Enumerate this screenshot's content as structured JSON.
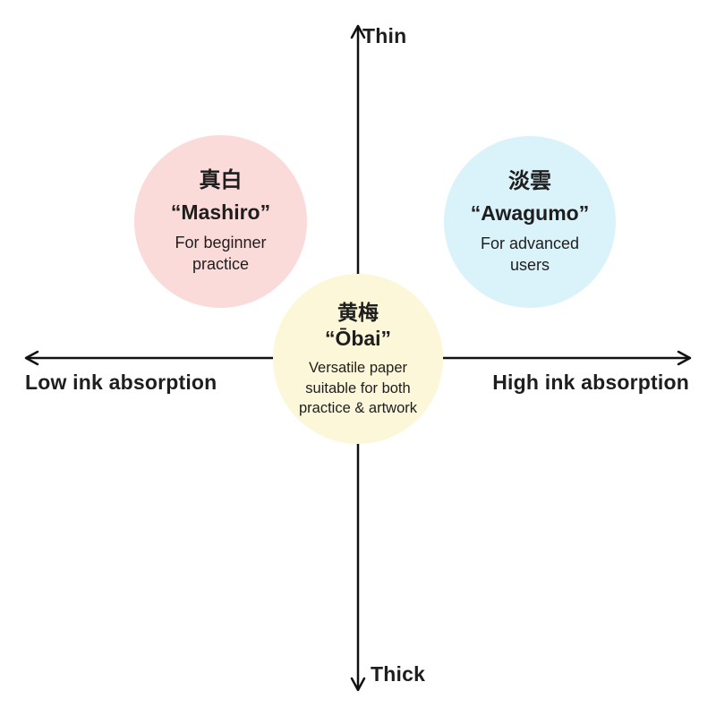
{
  "axes": {
    "top_label": "Thin",
    "bottom_label": "Thick",
    "left_label": "Low ink absorption",
    "right_label": "High ink absorption",
    "line_color": "#111111"
  },
  "papers": [
    {
      "id": "mashiro",
      "name_jp": "真白",
      "name_roman": "“Mashiro”",
      "description": "For beginner practice",
      "description_lines": [
        "For beginner",
        "practice"
      ],
      "color": "#fbdada",
      "quadrant": "thin-low-absorption"
    },
    {
      "id": "awagumo",
      "name_jp": "淡雲",
      "name_roman": "“Awagumo”",
      "description": "For advanced users",
      "description_lines": [
        "For advanced",
        "users"
      ],
      "color": "#daf3fb",
      "quadrant": "thin-high-absorption"
    },
    {
      "id": "obai",
      "name_jp": "黄梅",
      "name_roman": "“Ōbai”",
      "description": "Versatile paper suitable for both practice & artwork",
      "description_lines": [
        "Versatile paper",
        "suitable for both",
        "practice & artwork"
      ],
      "color": "#fdf7d9",
      "quadrant": "center"
    }
  ],
  "colors": {
    "background": "#ffffff",
    "text": "#1e1e1e"
  }
}
